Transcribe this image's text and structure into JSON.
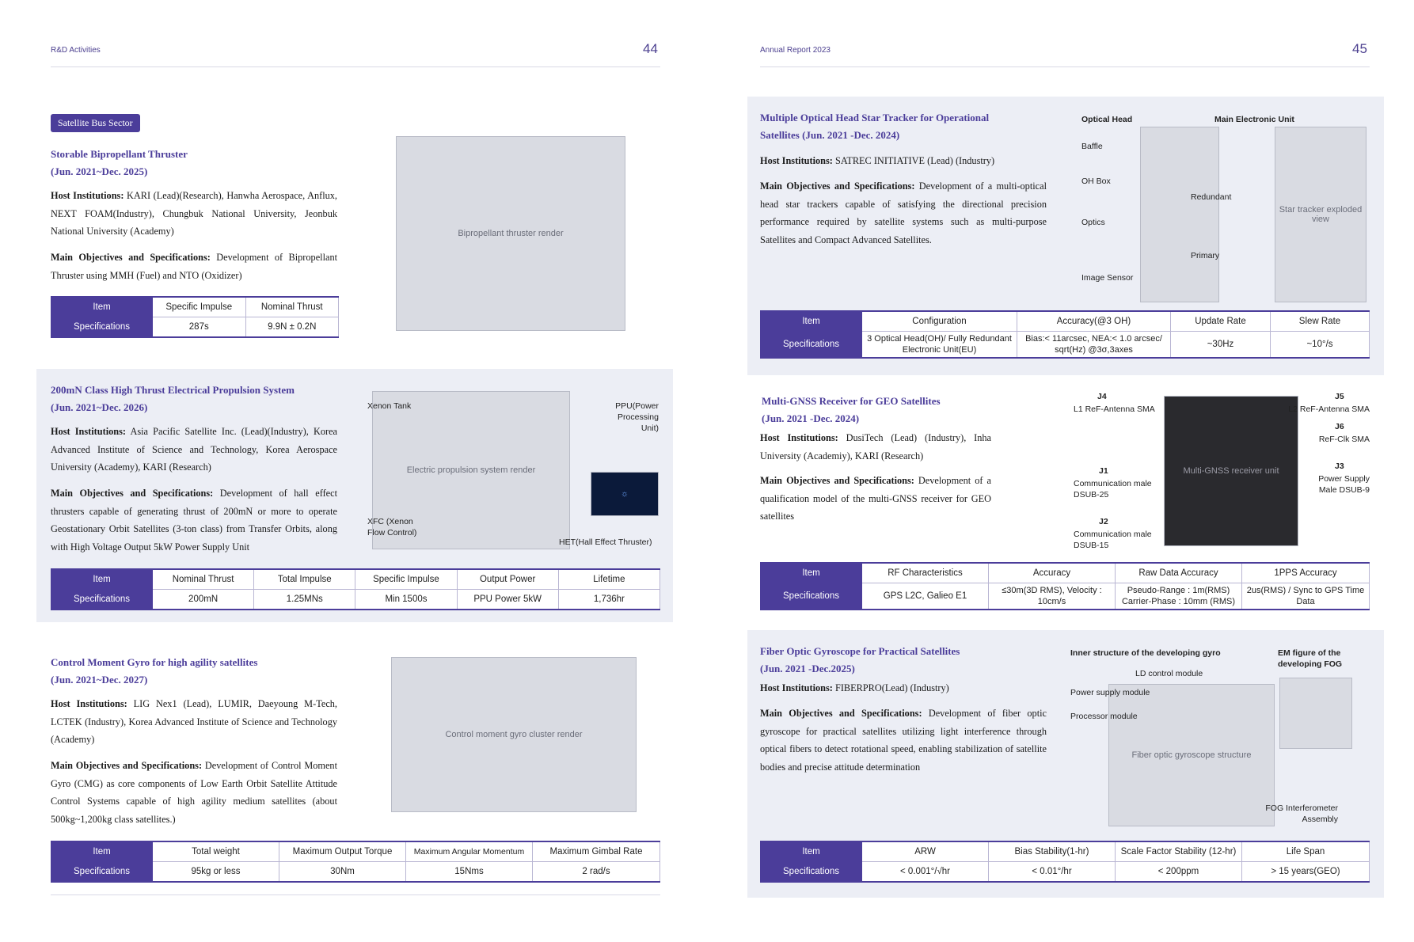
{
  "header": {
    "left_section": "R&D Activities",
    "left_page": "44",
    "right_section": "Annual Report 2023",
    "right_page": "45"
  },
  "sector_badge": "Satellite Bus Sector",
  "projects": [
    {
      "title_line1": "Storable Bipropellant Thruster",
      "title_line2": "(Jun. 2021~Dec. 2025)",
      "host_label": "Host Institutions:",
      "host_text": " KARI (Lead)(Research), Hanwha Aerospace, Anflux, NEXT FOAM(Industry), Chungbuk National University, Jeonbuk National University (Academy)",
      "obj_label": "Main Objectives and Specifications:",
      "obj_text": " Development of Bipropellant Thruster using MMH (Fuel) and NTO (Oxidizer)",
      "image_alt": "Bipropellant thruster render",
      "table": {
        "headers": [
          "Item",
          "Specific Impulse",
          "Nominal Thrust"
        ],
        "row_label": "Specifications",
        "values": [
          "287s",
          "9.9N ± 0.2N"
        ]
      }
    },
    {
      "title_line1": "200mN Class High Thrust Electrical Propulsion System",
      "title_line2": "(Jun. 2021~Dec. 2026)",
      "host_label": "Host Institutions:",
      "host_text": " Asia Pacific Satellite Inc. (Lead)(Industry), Korea Advanced Institute of Science and Technology, Korea Aerospace University (Academy), KARI (Research)",
      "obj_label": "Main Objectives and Specifications:",
      "obj_text": " Development of hall effect thrusters capable of generating thrust of 200mN or more to operate Geostationary Orbit Satellites (3-ton class) from Transfer Orbits, along with High Voltage Output 5kW Power Supply Unit",
      "image_alt": "Electric propulsion system render",
      "labels": {
        "xenon_tank": "Xenon Tank",
        "ppu": "PPU(Power Processing Unit)",
        "xfc": "XFC (Xenon Flow Control)",
        "het": "HET(Hall Effect Thruster)"
      },
      "table": {
        "headers": [
          "Item",
          "Nominal Thrust",
          "Total Impulse",
          "Specific Impulse",
          "Output Power",
          "Lifetime"
        ],
        "row_label": "Specifications",
        "values": [
          "200mN",
          "1.25MNs",
          "Min 1500s",
          "PPU Power 5kW",
          "1,736hr"
        ]
      }
    },
    {
      "title_line1": "Control Moment Gyro for high agility satellites",
      "title_line2": "(Jun. 2021~Dec. 2027)",
      "host_label": "Host Institutions:",
      "host_text": " LIG Nex1 (Lead), LUMIR, Daeyoung M-Tech, LCTEK (Industry), Korea Advanced Institute of Science and Technology (Academy)",
      "obj_label": "Main Objectives and Specifications:",
      "obj_text": " Development of Control Moment Gyro (CMG) as core components of Low Earth Orbit Satellite Attitude Control Systems capable of high agility medium satellites (about 500kg~1,200kg class satellites.)",
      "image_alt": "Control moment gyro cluster render",
      "table": {
        "headers": [
          "Item",
          "Total weight",
          "Maximum Output Torque",
          "Maximum Angular Momentum",
          "Maximum Gimbal Rate"
        ],
        "row_label": "Specifications",
        "values": [
          "95kg or less",
          "30Nm",
          "15Nms",
          "2 rad/s"
        ]
      }
    },
    {
      "title_line1": "Multiple Optical Head Star Tracker for Operational",
      "title_line2": "Satellites (Jun. 2021 -Dec. 2024)",
      "host_label": "Host Institutions:",
      "host_text": " SATREC INITIATIVE (Lead) (Industry)",
      "obj_label": "Main Objectives and Specifications:",
      "obj_text": " Development of a multi-optical head star trackers capable of satisfying the directional precision performance required by satellite systems such as multi-purpose Satellites and Compact Advanced Satellites.",
      "image_alt": "Star tracker exploded view",
      "labels": {
        "optical_head": "Optical Head",
        "main_eu": "Main Electronic Unit",
        "baffle": "Baffle",
        "oh_box": "OH Box",
        "optics": "Optics",
        "image_sensor": "Image Sensor",
        "redundant": "Redundant",
        "primary": "Primary"
      },
      "table": {
        "headers": [
          "Item",
          "Configuration",
          "Accuracy(@3 OH)",
          "Update Rate",
          "Slew Rate"
        ],
        "row_label": "Specifications",
        "values": [
          "3 Optical Head(OH)/ Fully Redundant Electronic Unit(EU)",
          "Bias:< 11arcsec, NEA:< 1.0 arcsec/ sqrt(Hz) @3σ,3axes",
          "~30Hz",
          "~10°/s"
        ]
      }
    },
    {
      "title_line1": "Multi-GNSS Receiver for GEO Satellites",
      "title_line2": "(Jun. 2021 -Dec. 2024)",
      "host_label": "Host Institutions:",
      "host_text": " DusiTech (Lead) (Industry), Inha University (Academiy), KARI (Research)",
      "obj_label": "Main Objectives and Specifications:",
      "obj_text": " Development of a qualification model of the multi-GNSS receiver for GEO satellites",
      "image_alt": "Multi-GNSS receiver unit",
      "labels": {
        "j4": "J4",
        "j4_desc": "L1 ReF-Antenna SMA",
        "j5": "J5",
        "j5_desc": "L2 ReF-Antenna SMA",
        "j6": "J6",
        "j6_desc": "ReF-Clk SMA",
        "j1": "J1",
        "j1_desc": "Communication male DSUB-25",
        "j3": "J3",
        "j3_desc": "Power Supply Male DSUB-9",
        "j2": "J2",
        "j2_desc": "Communication male DSUB-15"
      },
      "table": {
        "headers": [
          "Item",
          "RF Characteristics",
          "Accuracy",
          "Raw Data Accuracy",
          "1PPS Accuracy"
        ],
        "row_label": "Specifications",
        "values": [
          "GPS L2C, Galieo E1",
          "≤30m(3D RMS), Velocity : 10cm/s",
          "Pseudo-Range : 1m(RMS) Carrier-Phase : 10mm (RMS)",
          "2us(RMS) / Sync to GPS Time Data"
        ]
      }
    },
    {
      "title_line1": "Fiber Optic Gyroscope for Practical Satellites",
      "title_line2": "(Jun. 2021 -Dec.2025)",
      "host_label": "Host Institutions:",
      "host_text": " FIBERPRO(Lead) (Industry)",
      "obj_label": "Main Objectives and Specifications:",
      "obj_text": " Development of fiber optic gyroscope for practical satellites utilizing light interference through optical fibers to detect rotational speed, enabling stabilization of satellite bodies and precise attitude determination",
      "image_alt": "Fiber optic gyroscope structure",
      "labels": {
        "inner_structure": "Inner structure of the developing gyro",
        "em_figure": "EM figure of the developing FOG",
        "ld_control": "LD control module",
        "power_supply": "Power supply module",
        "processor": "Processor module",
        "fog_assembly": "FOG Interferometer Assembly"
      },
      "table": {
        "headers": [
          "Item",
          "ARW",
          "Bias Stability(1-hr)",
          "Scale Factor Stability (12-hr)",
          "Life Span"
        ],
        "row_label": "Specifications",
        "values": [
          "< 0.001°/√hr",
          "< 0.01°/hr",
          "< 200ppm",
          "> 15 years(GEO)"
        ]
      }
    }
  ],
  "colors": {
    "accent": "#4b3d9a",
    "panel": "#eceef5"
  }
}
